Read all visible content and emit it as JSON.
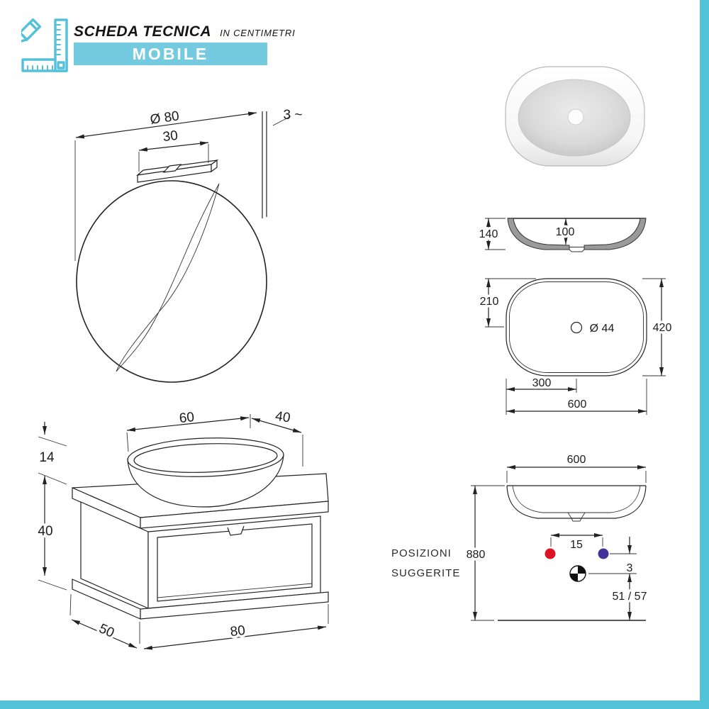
{
  "header": {
    "title": "SCHEDA TECNICA",
    "subtitle": "IN CENTIMETRI",
    "banner": "MOBILE"
  },
  "mirror": {
    "diameter": "Ø 80",
    "light_width": "30",
    "depth": "3 ~"
  },
  "vanity": {
    "basin_width": "60",
    "side_offset": "40",
    "basin_height": "14",
    "cabinet_height": "40",
    "depth": "50",
    "width": "80"
  },
  "basin_section": {
    "height": "140",
    "inner_depth": "100"
  },
  "basin_top": {
    "center_offset_y": "210",
    "drain_diameter": "Ø 44",
    "height": "420",
    "center_offset_x": "300",
    "width": "600"
  },
  "basin_front": {
    "width": "600",
    "wall_height": "880",
    "note_line1": "POSIZIONI",
    "note_line2": "SUGGERITE",
    "tap_spacing": "15",
    "drain_gap": "3",
    "drain_height": "51 / 57"
  },
  "colors": {
    "accent": "#55c1d9",
    "banner": "#74cade",
    "edge": "#53c2d6",
    "hot_water": "#dc1322",
    "cold_water": "#42339b",
    "section_fill": "#9a9a9a",
    "line": "#222222"
  }
}
